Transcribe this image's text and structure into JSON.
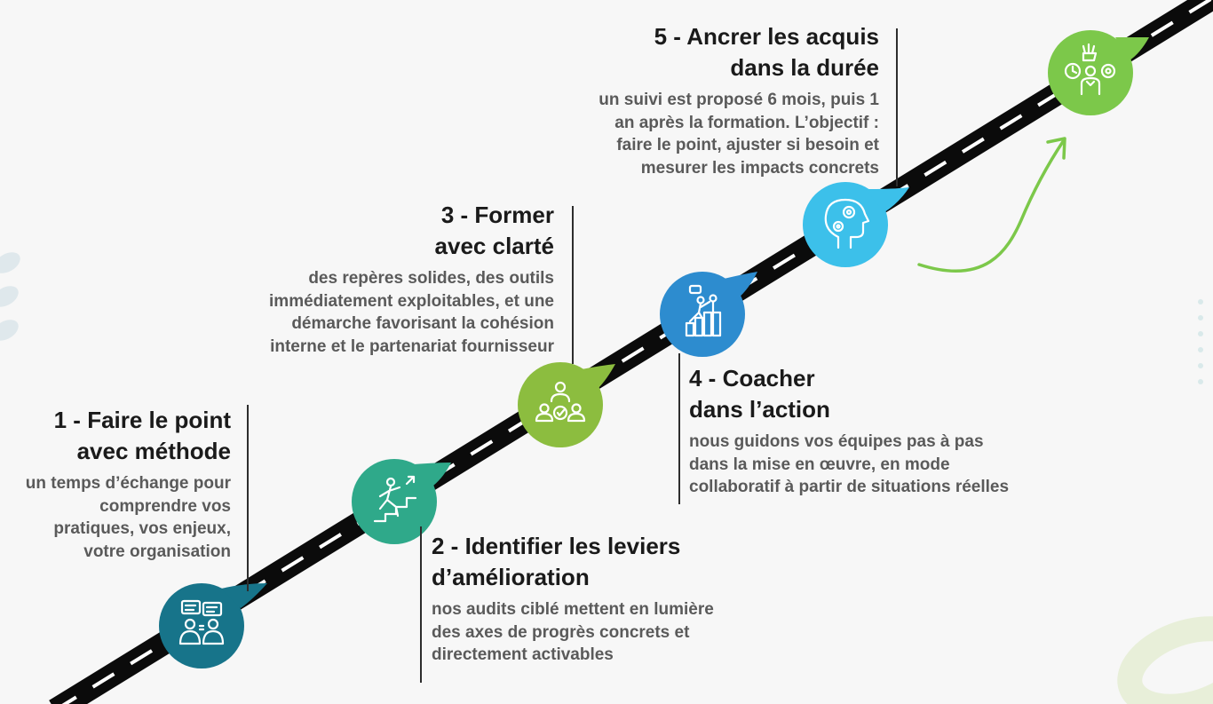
{
  "colors": {
    "road": "#0b0b0b",
    "dash": "#ffffff",
    "step1": "#17748a",
    "step2": "#2fa98a",
    "step3": "#8cbd3f",
    "step4": "#2d8ccf",
    "step5": "#3cc0ea",
    "goal": "#7cc84a",
    "arrow": "#7cc84a"
  },
  "steps": [
    {
      "title_1": "1 - Faire le point",
      "title_2": "avec méthode",
      "desc": [
        "un temps d’échange pour",
        "comprendre vos",
        "pratiques, vos enjeux,",
        "votre organisation"
      ],
      "icon": "discussion-icon"
    },
    {
      "title_1": "2 - Identifier les leviers",
      "title_2": "d’amélioration",
      "desc": [
        "nos audits ciblé mettent en lumière",
        "des axes de progrès concrets et",
        "directement activables"
      ],
      "icon": "climbing-stairs-icon"
    },
    {
      "title_1": "3 - Former",
      "title_2": "avec clarté",
      "desc": [
        "des repères solides, des outils",
        "immédiatement exploitables, et une",
        "démarche favorisant la cohésion",
        "interne et le partenariat fournisseur"
      ],
      "icon": "team-check-icon"
    },
    {
      "title_1": "4 - Coacher",
      "title_2": "dans l’action",
      "desc": [
        "nous guidons vos équipes pas à pas",
        "dans la mise en œuvre, en mode",
        "collaboratif à partir de situations réelles"
      ],
      "icon": "coaching-podium-icon"
    },
    {
      "title_1": "5 - Ancrer les acquis",
      "title_2": "dans la durée",
      "desc": [
        "un suivi est proposé 6 mois, puis 1",
        "an après la formation. L’objectif :",
        "faire le point, ajuster si besoin et",
        "mesurer les impacts concrets"
      ],
      "icon": "head-gears-icon"
    }
  ],
  "goal_icon": "success-team-icon"
}
